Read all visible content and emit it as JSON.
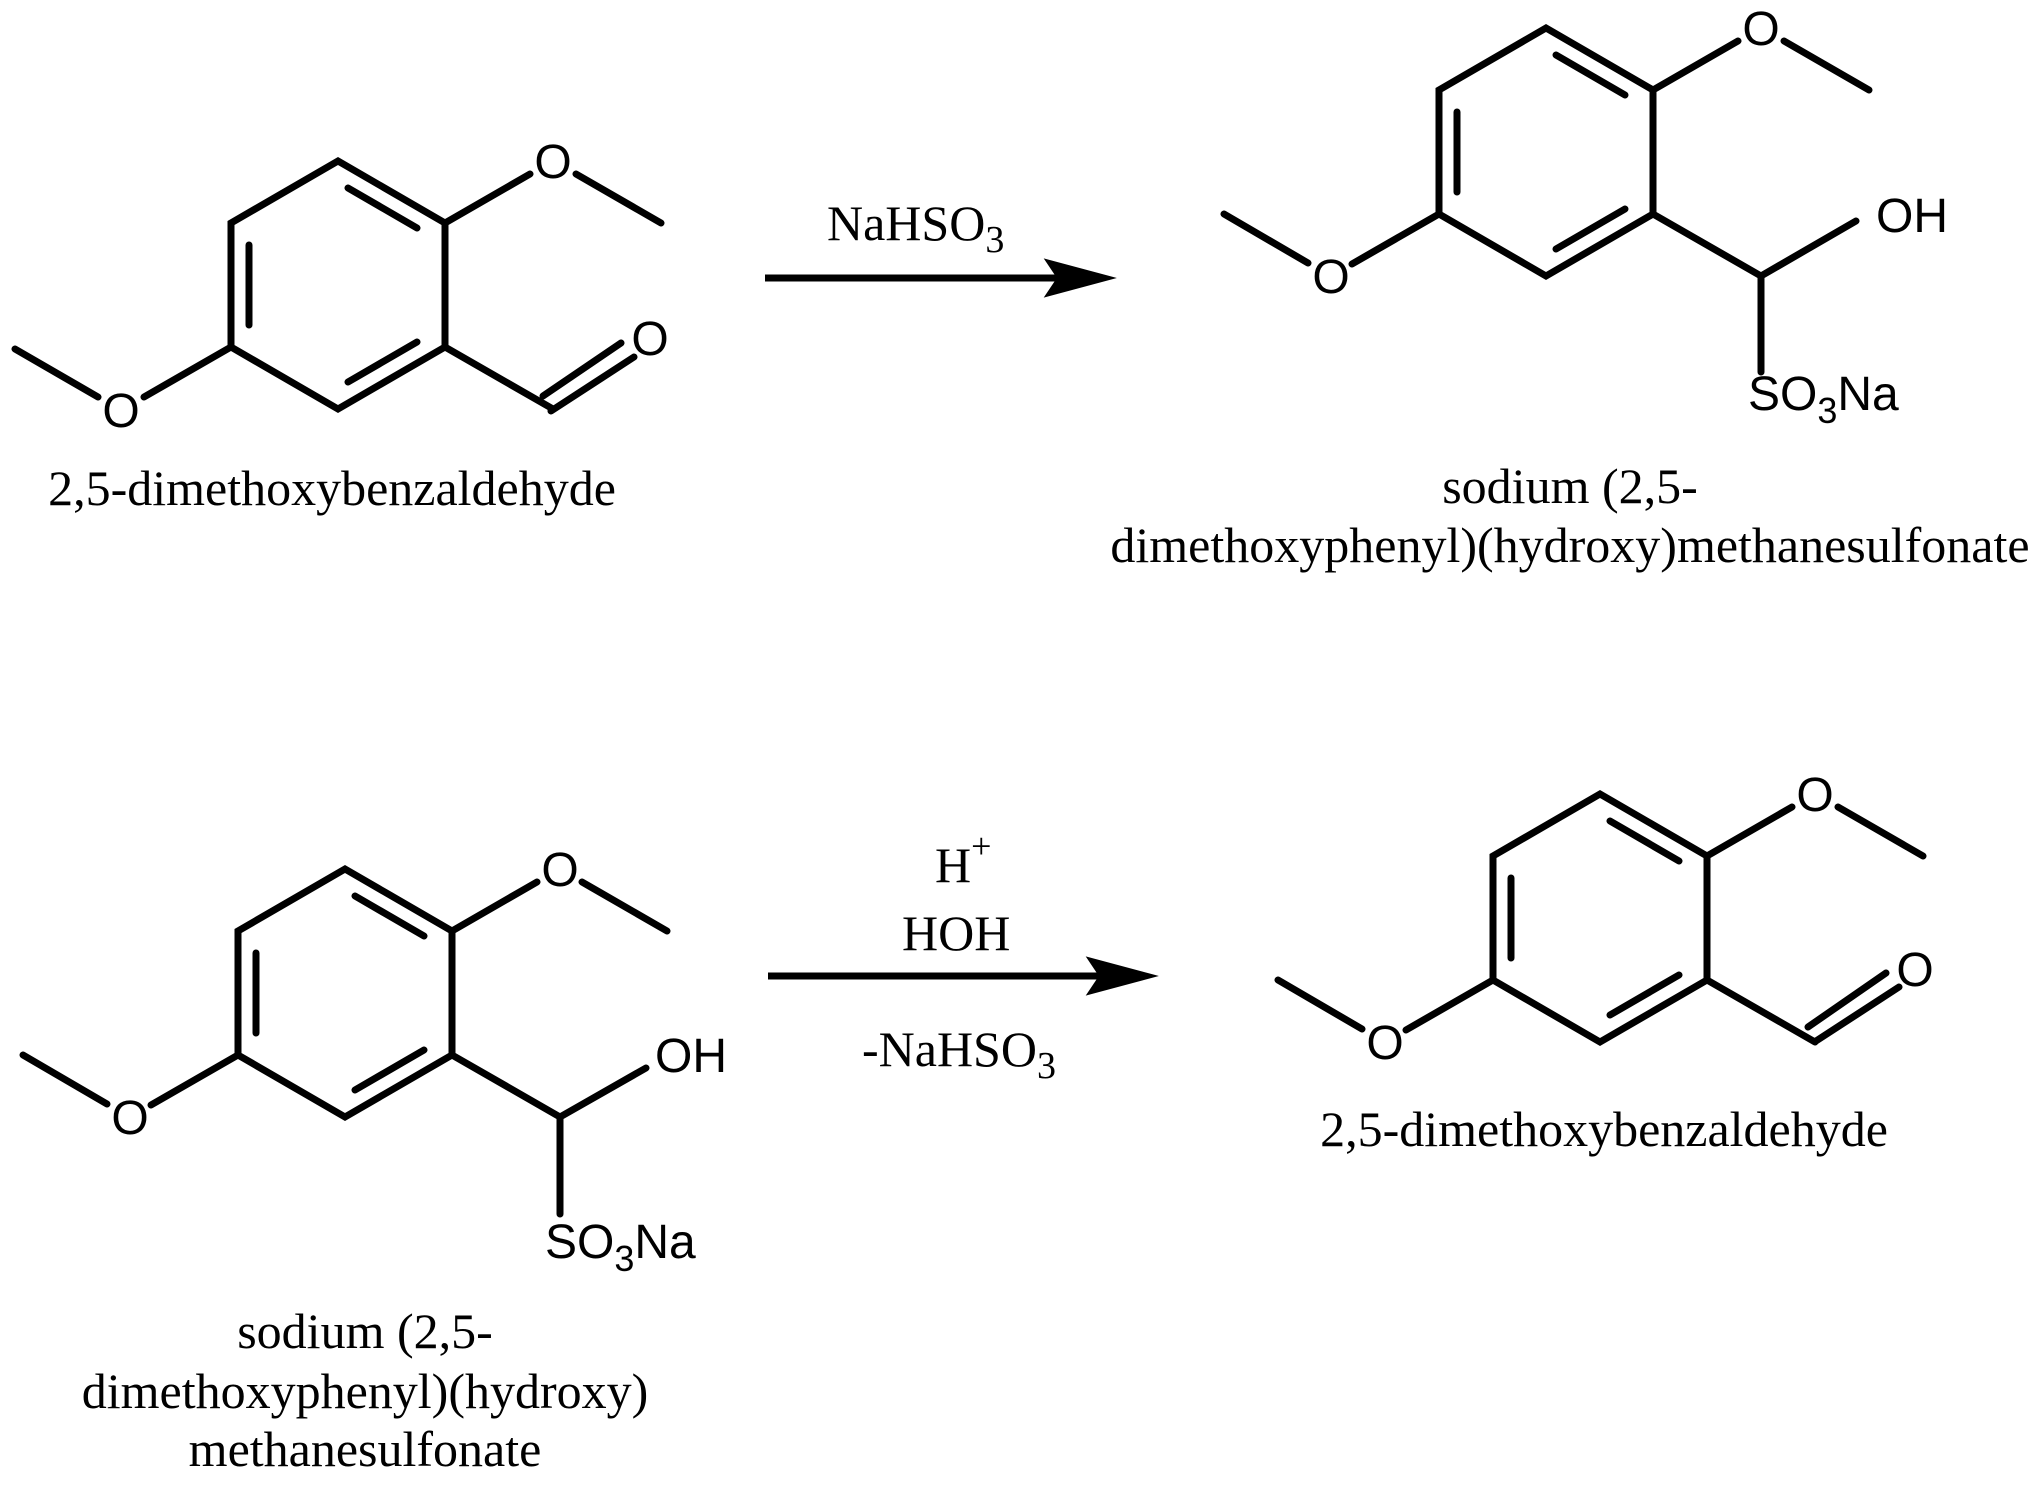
{
  "scheme": {
    "background_color": "#ffffff",
    "ink_color": "#000000"
  },
  "atom_labels": {
    "oxygen": "O",
    "hydroxyl": "OH",
    "sulfonate_so": "SO",
    "sulfonate_sub": "3",
    "sulfonate_na": "Na"
  },
  "step1": {
    "reactant_name": "2,5-dimethoxybenzaldehyde",
    "reagent_main": "NaHSO",
    "reagent_sub": "3",
    "product_name_line1": "sodium (2,5-",
    "product_name_line2": "dimethoxyphenyl)(hydroxy)methanesulfonate"
  },
  "step2": {
    "reactant_name_line1": "sodium (2,5-",
    "reactant_name_line2": "dimethoxyphenyl)(hydroxy)",
    "reactant_name_line3": "methanesulfonate",
    "condition_above_main": "H",
    "condition_above_sup": "+",
    "condition_above_2": "HOH",
    "condition_below_main": "-NaHSO",
    "condition_below_sub": "3",
    "product_name": "2,5-dimethoxybenzaldehyde"
  }
}
